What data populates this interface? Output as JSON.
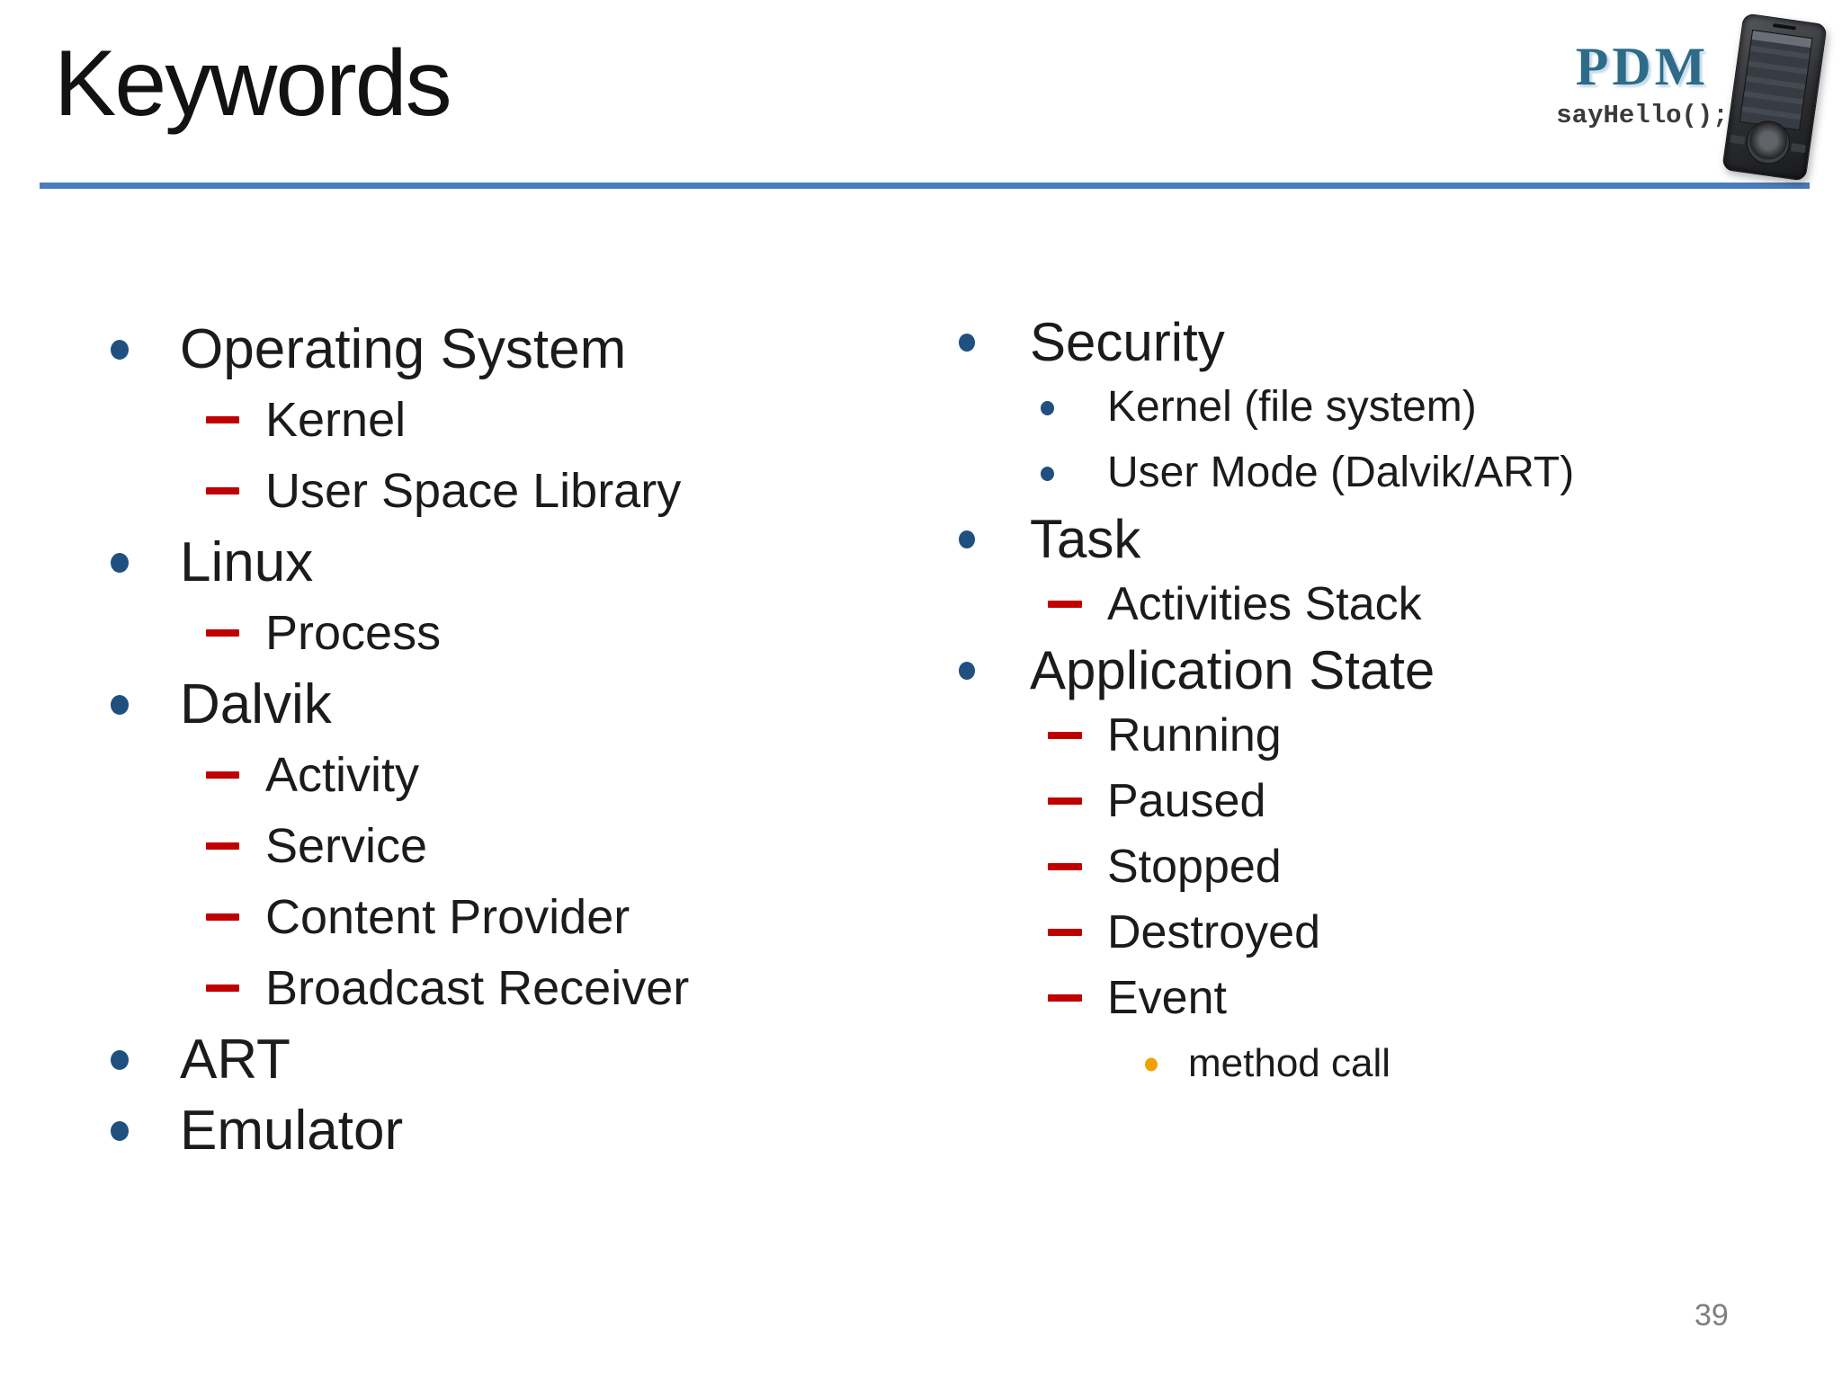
{
  "title": "Keywords",
  "page_number": "39",
  "logo": {
    "brand": "PDM",
    "tagline": "sayHello();"
  },
  "colors": {
    "rule_blue": "#4a7ebb",
    "bullet_blue": "#1f5080",
    "dash_red": "#c00000",
    "bullet_gold": "#f0a202",
    "logo_teal": "#2e6b88",
    "page_number_gray": "#7f7f7f",
    "text": "#1b1b1b",
    "background": "#ffffff"
  },
  "left_items": [
    {
      "label": "Operating System",
      "level": 1,
      "bullet": "dot"
    },
    {
      "label": "Kernel",
      "level": 2,
      "bullet": "dash"
    },
    {
      "label": "User Space Library",
      "level": 2,
      "bullet": "dash"
    },
    {
      "label": "Linux",
      "level": 1,
      "bullet": "dot"
    },
    {
      "label": "Process",
      "level": 2,
      "bullet": "dash"
    },
    {
      "label": "Dalvik",
      "level": 1,
      "bullet": "dot"
    },
    {
      "label": "Activity",
      "level": 2,
      "bullet": "dash"
    },
    {
      "label": "Service",
      "level": 2,
      "bullet": "dash"
    },
    {
      "label": "Content Provider",
      "level": 2,
      "bullet": "dash"
    },
    {
      "label": "Broadcast Receiver",
      "level": 2,
      "bullet": "dash"
    },
    {
      "label": "ART",
      "level": 1,
      "bullet": "dot"
    },
    {
      "label": "Emulator",
      "level": 1,
      "bullet": "dot"
    }
  ],
  "right_items": [
    {
      "label": "Security",
      "level": 1,
      "bullet": "dot"
    },
    {
      "label": "Kernel (file system)",
      "level": 2,
      "bullet": "dot-small"
    },
    {
      "label": "User Mode (Dalvik/ART)",
      "level": 2,
      "bullet": "dot-small"
    },
    {
      "label": "Task",
      "level": 1,
      "bullet": "dot"
    },
    {
      "label": "Activities Stack",
      "level": 2,
      "bullet": "dash"
    },
    {
      "label": "Application State",
      "level": 1,
      "bullet": "dot"
    },
    {
      "label": "Running",
      "level": 2,
      "bullet": "dash"
    },
    {
      "label": "Paused",
      "level": 2,
      "bullet": "dash"
    },
    {
      "label": "Stopped",
      "level": 2,
      "bullet": "dash"
    },
    {
      "label": "Destroyed",
      "level": 2,
      "bullet": "dash"
    },
    {
      "label": "Event",
      "level": 2,
      "bullet": "dash"
    },
    {
      "label": "method call",
      "level": 3,
      "bullet": "dot-gold"
    }
  ]
}
